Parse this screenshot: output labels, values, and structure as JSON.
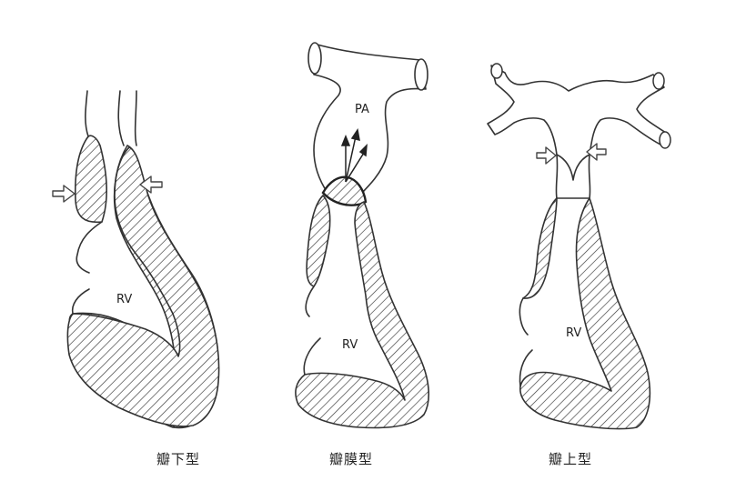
{
  "panels": [
    {
      "chamber_label": "RV",
      "caption": "瓣下型"
    },
    {
      "vessel_label": "PA",
      "chamber_label": "RV",
      "caption": "瓣膜型"
    },
    {
      "chamber_label": "RV",
      "caption": "瓣上型"
    }
  ],
  "colors": {
    "line": "#333333",
    "background": "#ffffff"
  }
}
